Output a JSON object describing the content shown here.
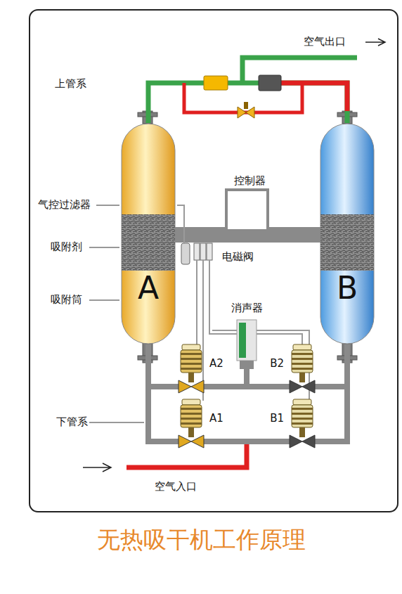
{
  "diagram": {
    "caption": "无热吸干机工作原理",
    "nodes": [
      {
        "text": [
          "A"
        ]
      },
      {
        "text": [
          "B"
        ]
      },
      {
        "text": [
          "控制器"
        ]
      },
      {
        "text": [
          "消声器"
        ]
      },
      {
        "text": [
          "A2"
        ]
      },
      {
        "text": [
          "B2"
        ]
      },
      {
        "text": [
          "A1"
        ]
      },
      {
        "text": [
          "B1"
        ]
      }
    ],
    "edges": [
      {
        "from": 0,
        "to": 1,
        "arrow": "none"
      },
      {
        "from": 0,
        "to": 4,
        "arrow": "none"
      },
      {
        "from": 0,
        "to": 6,
        "arrow": "none"
      },
      {
        "from": 1,
        "to": 5,
        "arrow": "none"
      },
      {
        "from": 1,
        "to": 7,
        "arrow": "none"
      },
      {
        "from": 4,
        "to": 3,
        "arrow": "none"
      },
      {
        "from": 5,
        "to": 3,
        "arrow": "none"
      },
      {
        "from": 6,
        "to": 7,
        "arrow": "none"
      }
    ],
    "labels": [
      "空气出口",
      "上管系",
      "气控过滤器",
      "吸附剂",
      "吸附筒",
      "电磁阀",
      "下管系",
      "空气入口"
    ]
  }
}
